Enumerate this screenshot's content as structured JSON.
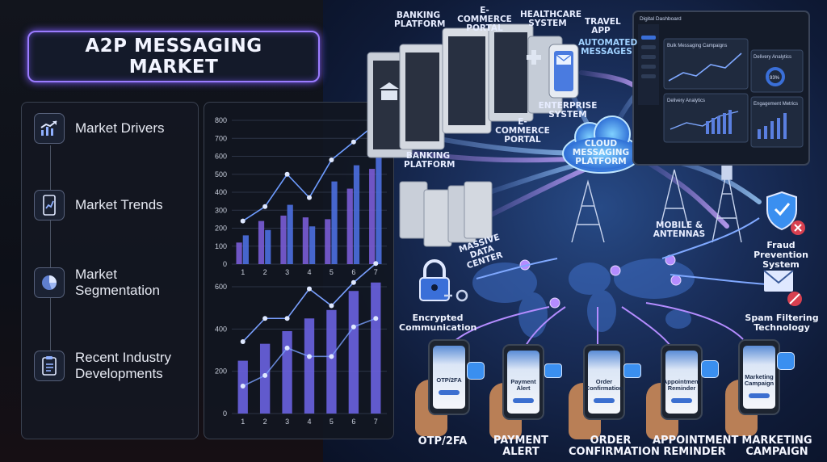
{
  "title": {
    "line1": "A2P MESSAGING",
    "line2": "MARKET"
  },
  "sidebar": {
    "items": [
      {
        "label": "Market Drivers",
        "icon": "chart-up-icon"
      },
      {
        "label": "Market Trends",
        "icon": "phone-trend-icon"
      },
      {
        "label": "Market Segmentation",
        "icon": "pie-chart-icon"
      },
      {
        "label": "Recent Industry Developments",
        "icon": "clipboard-icon"
      }
    ]
  },
  "chart_data": [
    {
      "type": "bar",
      "categories": [
        "1",
        "2",
        "3",
        "4",
        "5",
        "6",
        "7"
      ],
      "ylim": [
        0,
        800
      ],
      "yticks": [
        0,
        100,
        200,
        300,
        400,
        500,
        600,
        700,
        800
      ],
      "series": [
        {
          "values": [
            120,
            240,
            270,
            260,
            250,
            420,
            530
          ]
        },
        {
          "values": [
            160,
            190,
            330,
            210,
            460,
            550,
            720
          ]
        }
      ],
      "line": [
        240,
        320,
        500,
        370,
        580,
        680,
        780
      ],
      "colors": {
        "bar_a": "#7a5cd6",
        "bar_b": "#4c6fe0",
        "line": "#6e9cff"
      }
    },
    {
      "type": "bar",
      "categories": [
        "1",
        "2",
        "3",
        "4",
        "5",
        "6",
        "7"
      ],
      "ylim": [
        0,
        600
      ],
      "yticks": [
        0,
        200,
        400,
        600
      ],
      "values": [
        250,
        330,
        390,
        450,
        490,
        580,
        620
      ],
      "lines": [
        [
          340,
          450,
          450,
          590,
          510,
          620,
          710
        ],
        [
          130,
          180,
          310,
          270,
          270,
          410,
          450
        ]
      ],
      "colors": {
        "bar": "#6a62e0",
        "line": "#7aa0ff"
      }
    }
  ],
  "scene": {
    "top_labels": [
      {
        "text": "BANKING\nPLATFORM"
      },
      {
        "text": "E-COMMERCE\nPORTAL"
      },
      {
        "text": "HEALTHCARE\nSYSTEM"
      },
      {
        "text": "TRAVEL\nAPP"
      },
      {
        "text": "AUTOMATED\nMESSAGES"
      },
      {
        "text": "ENTERPRISE\nSYSTEM"
      },
      {
        "text": "E-COMMERCE\nPORTAL"
      },
      {
        "text": "BANKING\nPLATFORM"
      },
      {
        "text": "MASSIVE DATA\nCENTER"
      },
      {
        "text": "MOBILE &\nANTENNAS"
      }
    ],
    "cloud_label": "CLOUD\nMESSAGING\nPLATFORM",
    "side_labels": [
      {
        "text": "Fraud Prevention\nSystem"
      },
      {
        "text": "Spam Filtering\nTechnology"
      },
      {
        "text": "Encrypted\nCommunication"
      }
    ],
    "dashboard": {
      "title": "Digital Dashboard",
      "cards": [
        "Bulk Messaging Campaigns",
        "Delivery Analytics",
        "Delivery Analytics",
        "Engagement Metrics"
      ],
      "gauge": "93%"
    },
    "phones": [
      {
        "screen": "OTP/2FA",
        "caption": "OTP/2FA"
      },
      {
        "screen": "Payment\nAlert",
        "caption": "PAYMENT\nALERT"
      },
      {
        "screen": "Order\nConfirmation",
        "caption": "ORDER\nCONFIRMATION"
      },
      {
        "screen": "Appointment\nReminder",
        "caption": "APPOINTMENT\nREMINDER"
      },
      {
        "screen": "Marketing\nCampaign",
        "caption": "MARKETING\nCAMPAIGN"
      }
    ]
  }
}
